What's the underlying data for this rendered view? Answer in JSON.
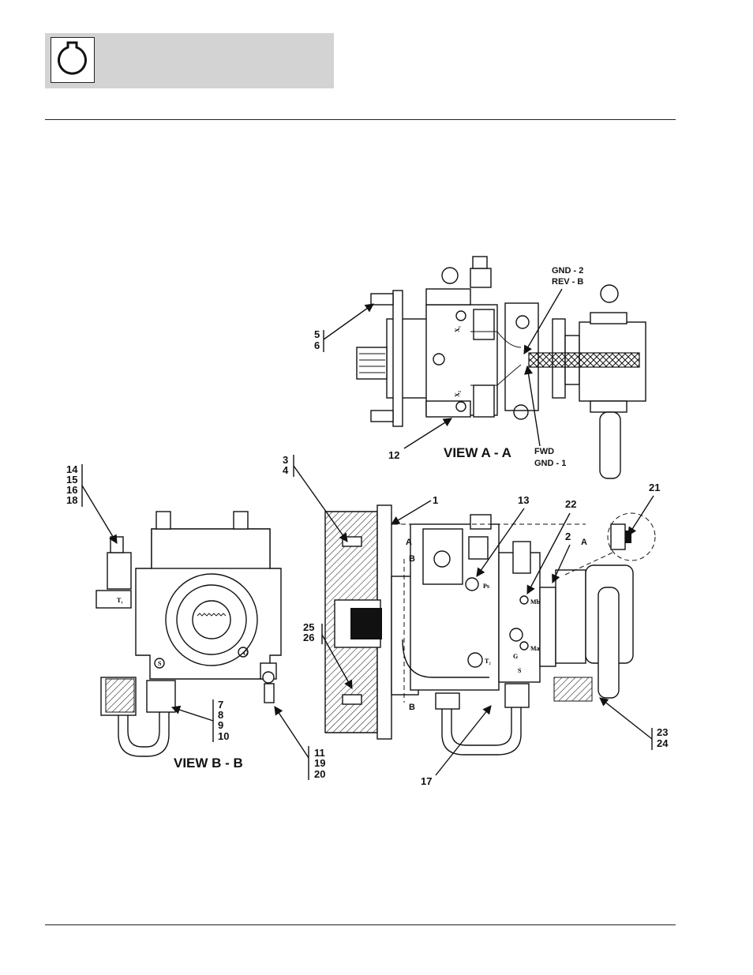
{
  "header": {
    "icon": "engine-tab-icon"
  },
  "view_aa": {
    "title": "VIEW A - A",
    "gnd2": "GND - 2",
    "revb": "REV - B",
    "fwd": "FWD",
    "gnd1": "GND - 1",
    "port_x1": "X₁",
    "port_x2": "X₂"
  },
  "view_bb": {
    "title": "VIEW B - B",
    "port_t1": "T₁",
    "port_s": "S",
    "port_g": "G"
  },
  "main_view": {
    "section_a_left": "A",
    "section_a_right": "A",
    "section_b_top": "B",
    "section_b_bottom": "B",
    "port_ps": "Ps",
    "port_mb": "Mb",
    "port_ma": "Ma",
    "port_t2": "T₂",
    "port_g": "G",
    "port_s": "S"
  },
  "callouts": {
    "c5": "5",
    "c6": "6",
    "c12": "12",
    "c14": "14",
    "c15": "15",
    "c16": "16",
    "c18": "18",
    "c3": "3",
    "c4": "4",
    "c1": "1",
    "c13": "13",
    "c22": "22",
    "c2": "2",
    "c21": "21",
    "c25": "25",
    "c26": "26",
    "c7": "7",
    "c8": "8",
    "c9": "9",
    "c10": "10",
    "c11": "11",
    "c19": "19",
    "c20": "20",
    "c17": "17",
    "c23": "23",
    "c24": "24"
  }
}
